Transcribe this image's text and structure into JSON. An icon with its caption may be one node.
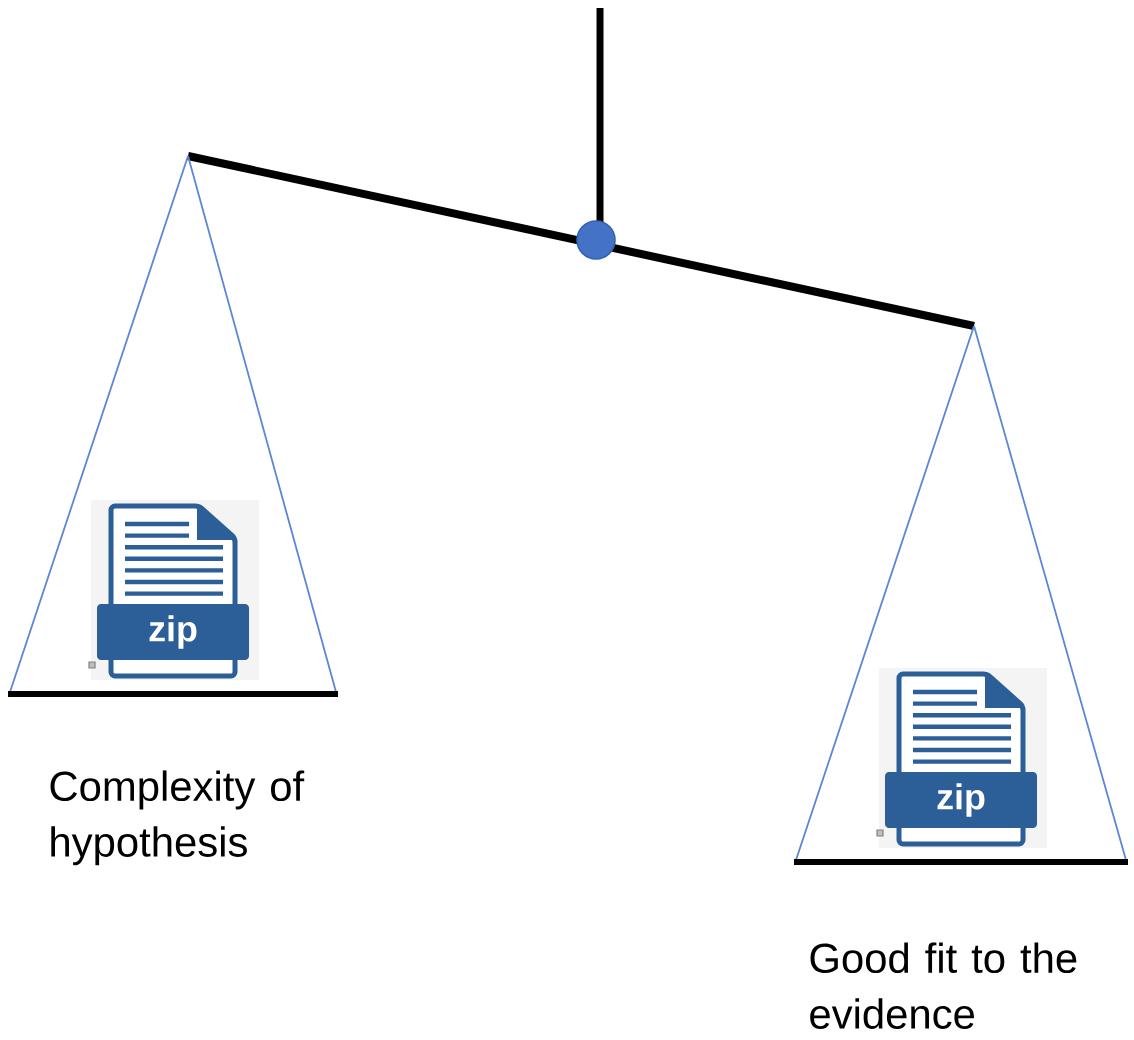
{
  "diagram": {
    "nodes": [
      {
        "text": [],
        "shape": "triangle",
        "beside": [
          "Complexity of hypothesis"
        ]
      },
      {
        "text": [
          "zip"
        ],
        "in": 0
      },
      {
        "text": [],
        "shape": "triangle",
        "beside": [
          "Good fit to the evidence"
        ]
      },
      {
        "text": [
          "zip"
        ],
        "in": 2
      }
    ]
  }
}
